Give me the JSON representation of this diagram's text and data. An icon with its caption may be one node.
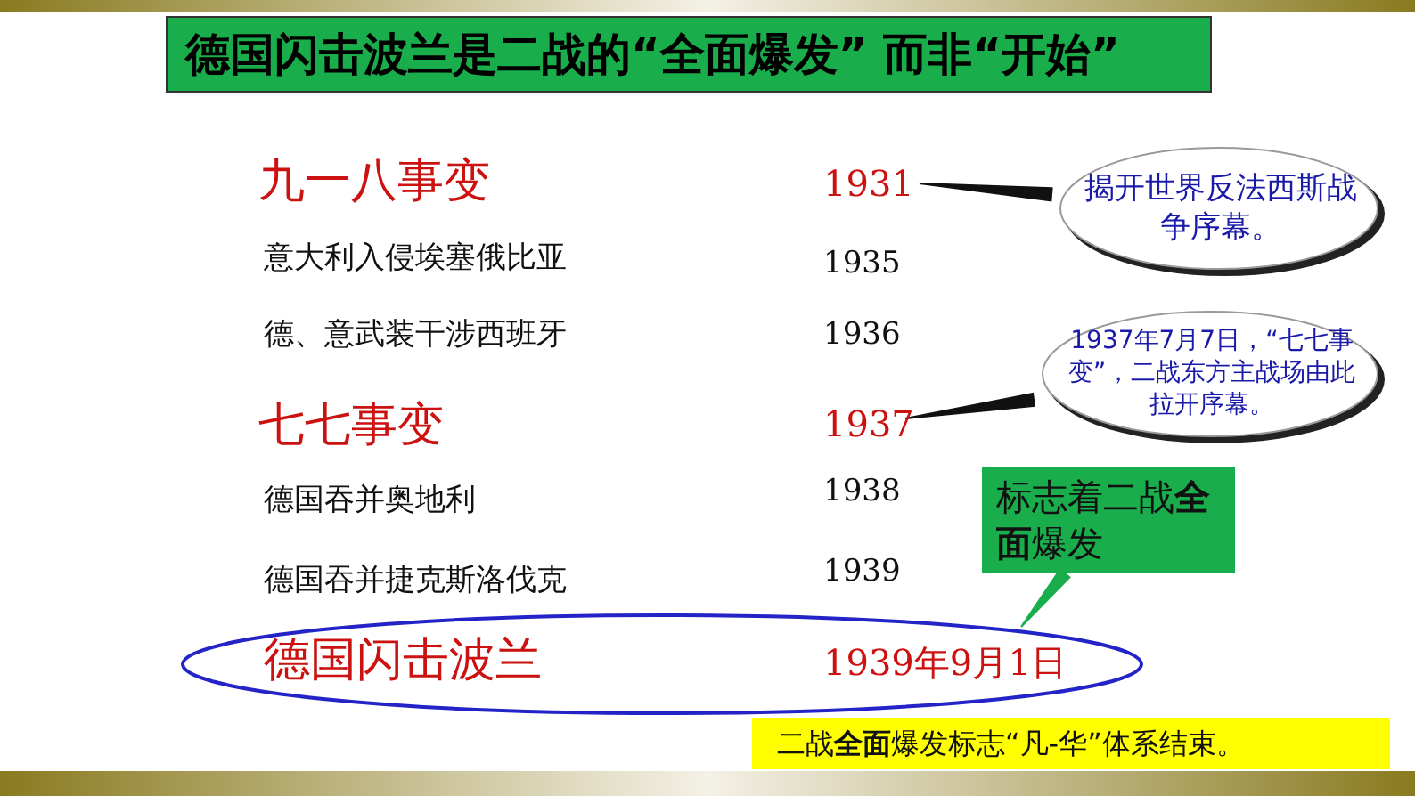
{
  "diagram": {
    "title": "德国闪击波兰是二战的“全面爆发” 而非“开始”",
    "nodes": [
      {
        "text": [
          "1931"
        ]
      },
      {
        "text": [
          "揭开世界反法西斯战争序幕。"
        ]
      },
      {
        "text": [
          "1937"
        ]
      },
      {
        "text": [
          "1937年7月7日，“七七事变”，二战东方主战场由此拉开序幕。"
        ]
      },
      {
        "text": [
          "标志着二战**全面**爆发"
        ]
      },
      {
        "text": [
          "德国闪击波兰",
          "1939年9月1日"
        ]
      },
      {
        "text": [
          "二战**全面**爆发标志“凡-华”体系结束。"
        ]
      }
    ],
    "edges": [
      {
        "from": 1,
        "to": 0,
        "arrow": "none"
      },
      {
        "from": 3,
        "to": 2,
        "arrow": "none"
      },
      {
        "from": 4,
        "to": 5,
        "arrow": "none",
        "color": "#1aad4b"
      }
    ],
    "labels": [
      "九一八事变",
      "意大利入侵埃塞俄比亚",
      "1935",
      "德、意武装干涉西班牙",
      "1936",
      "七七事变",
      "德国吞并奥地利",
      "1938",
      "德国吞并捷克斯洛伐克",
      "1939"
    ]
  }
}
